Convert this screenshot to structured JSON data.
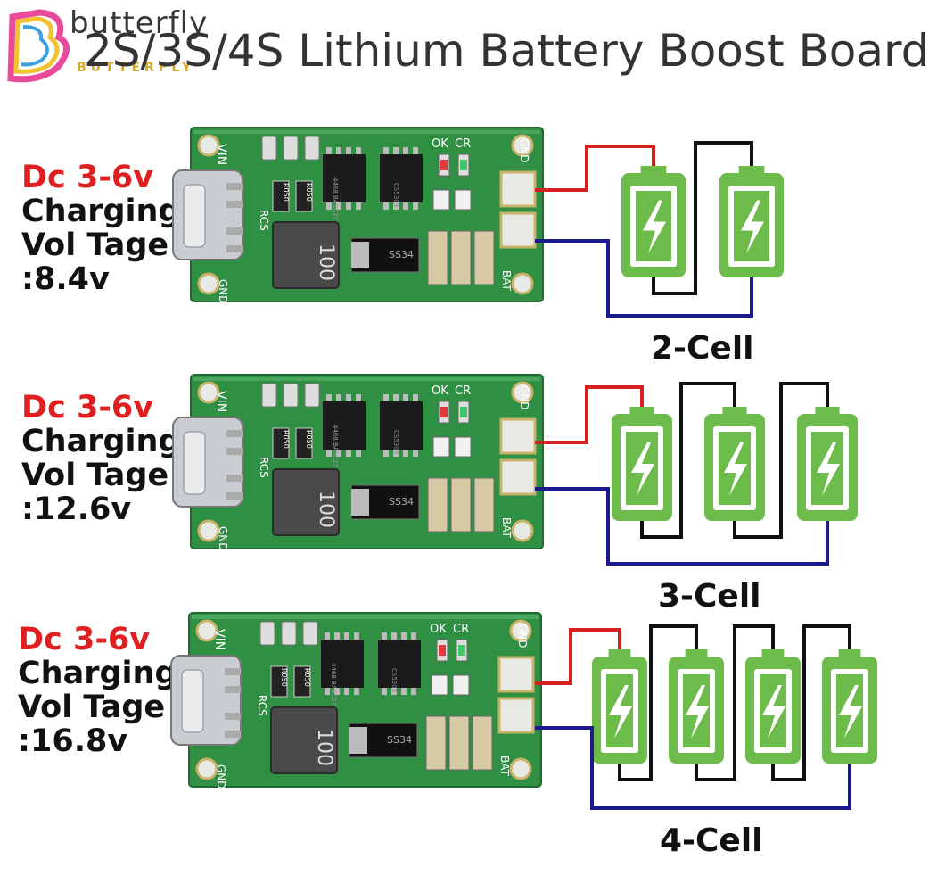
{
  "logo": {
    "top": "butterfly",
    "bottom": "BUTTERFLY"
  },
  "title": "2S/3S/4S Lithium Battery Boost Board",
  "board": {
    "silk": {
      "vin": "VIN",
      "rcs": "RCS",
      "gnd": "GND",
      "bat": "BAT",
      "ok": "OK",
      "cr": "CR",
      "inductor": "100",
      "diode": "SS34",
      "res1": "R050",
      "ic1": "4468 BASC27",
      "ic2": "CS5303"
    }
  },
  "panels": [
    {
      "dc": "Dc 3-6v",
      "line1": "Charging",
      "line2": "Vol Tage",
      "voltage": ":8.4v",
      "cells": 2,
      "cell_label": "2-Cell"
    },
    {
      "dc": "Dc 3-6v",
      "line1": "Charging",
      "line2": "Vol Tage",
      "voltage": ":12.6v",
      "cells": 3,
      "cell_label": "3-Cell"
    },
    {
      "dc": "Dc 3-6v",
      "line1": "Charging",
      "line2": "Vol Tage",
      "voltage": ":16.8v",
      "cells": 4,
      "cell_label": "4-Cell"
    }
  ],
  "colors": {
    "battery": "#6dbb4a",
    "battery_dark": "#3f8a2b",
    "wire_red": "#d42020",
    "wire_blue": "#1a1a8c",
    "wire_black": "#111111",
    "pcb": "#2f8f43",
    "title_red": "#e02020"
  }
}
